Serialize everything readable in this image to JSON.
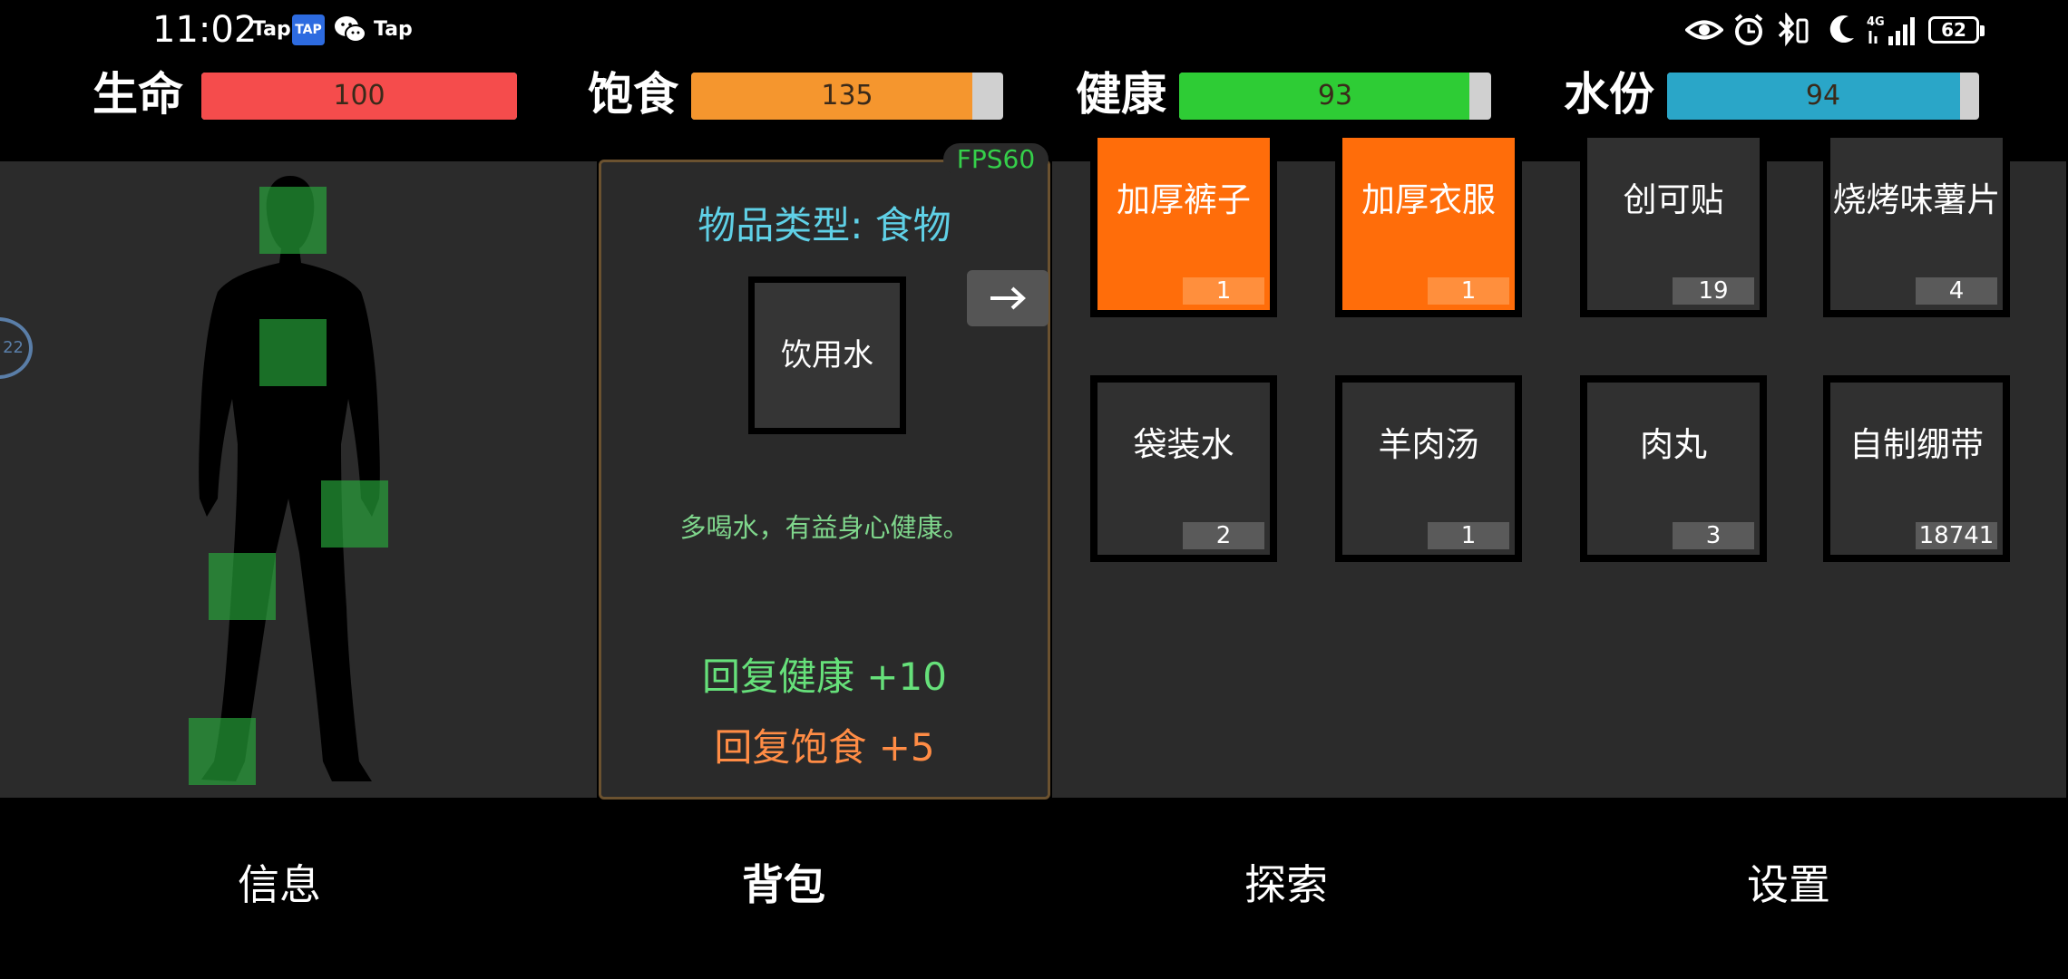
{
  "status_bar": {
    "time": "11:02",
    "app1": "Tap",
    "app2": "Tap",
    "badge": "TAP",
    "battery": "62",
    "icons": [
      "eye-icon",
      "alarm-icon",
      "bluetooth-icon",
      "moon-icon",
      "signal-icon"
    ]
  },
  "stats": [
    {
      "label": "生命",
      "value": "100",
      "fill": 1.0,
      "color": "#f54c4c"
    },
    {
      "label": "饱食",
      "value": "135",
      "fill": 0.9,
      "color": "#f5962e"
    },
    {
      "label": "健康",
      "value": "93",
      "fill": 0.93,
      "color": "#2ecc35"
    },
    {
      "label": "水份",
      "value": "94",
      "fill": 0.94,
      "color": "#2aa6c8"
    }
  ],
  "fps": "FPS60",
  "side_button": "22",
  "detail": {
    "type_label": "物品类型: 食物",
    "item_name": "饮用水",
    "description": "多喝水，有益身心健康。",
    "effect1": "回复健康 +10",
    "effect2": "回复饱食 +5"
  },
  "inventory": [
    {
      "name": "加厚裤子",
      "count": "1",
      "highlight": true
    },
    {
      "name": "加厚衣服",
      "count": "1",
      "highlight": true
    },
    {
      "name": "创可贴",
      "count": "19",
      "highlight": false
    },
    {
      "name": "烧烤味薯片",
      "count": "4",
      "highlight": false
    },
    {
      "name": "袋装水",
      "count": "2",
      "highlight": false
    },
    {
      "name": "羊肉汤",
      "count": "1",
      "highlight": false
    },
    {
      "name": "肉丸",
      "count": "3",
      "highlight": false
    },
    {
      "name": "自制绷带",
      "count": "18741",
      "highlight": false
    }
  ],
  "nav": [
    {
      "label": "信息"
    },
    {
      "label": "背包",
      "active": true
    },
    {
      "label": "探索"
    },
    {
      "label": "设置"
    }
  ]
}
